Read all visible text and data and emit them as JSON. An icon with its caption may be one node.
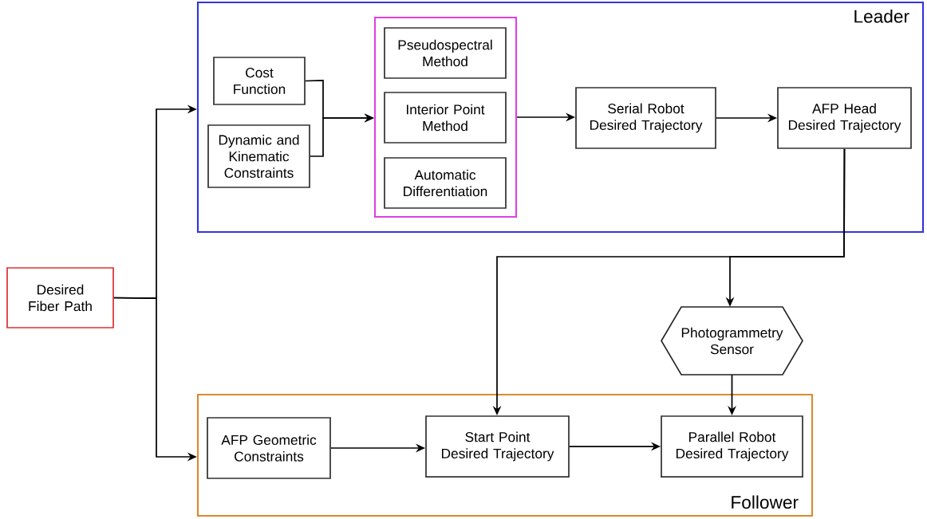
{
  "diagram": {
    "nodes": [
      {
        "text": [
          "Leader"
        ]
      },
      {
        "text": [
          "Cost Function"
        ],
        "in": 0
      },
      {
        "text": [
          "Dynamic and Kinematic Constraints"
        ],
        "in": 0
      },
      {
        "text": [],
        "shape": "box",
        "in": 0
      },
      {
        "text": [
          "Pseudospectral Method"
        ],
        "in": 3
      },
      {
        "text": [
          "Interior Point Method"
        ],
        "in": 3
      },
      {
        "text": [
          "Automatic Differentiation"
        ],
        "in": 3
      },
      {
        "text": [
          "Serial Robot Desired Trajectory"
        ],
        "in": 0
      },
      {
        "text": [
          "AFP Head Desired Trajectory"
        ],
        "in": 0
      },
      {
        "text": [
          "Desired Fiber Path"
        ]
      },
      {
        "text": [
          "Photogrammetry Sensor"
        ]
      },
      {
        "text": [
          "Follower"
        ]
      },
      {
        "text": [
          "AFP Geometric Constraints"
        ],
        "in": 11
      },
      {
        "text": [
          "Start Point Desired Trajectory"
        ],
        "in": 11
      },
      {
        "text": [
          "Parallel Robot Desired Trajectory"
        ],
        "in": 11
      }
    ],
    "edges": [
      {
        "from": 9,
        "to": 0,
        "arrow": "to"
      },
      {
        "from": 9,
        "to": 11,
        "arrow": "to"
      },
      {
        "from": 1,
        "to": 3,
        "arrow": "to"
      },
      {
        "from": 2,
        "to": 3,
        "arrow": "to"
      },
      {
        "from": 3,
        "to": 7,
        "arrow": "to"
      },
      {
        "from": 7,
        "to": 8,
        "arrow": "to"
      },
      {
        "from": 8,
        "to": 13,
        "arrow": "to"
      },
      {
        "from": 8,
        "to": 10,
        "arrow": "to"
      },
      {
        "from": 10,
        "to": 14,
        "arrow": "to"
      },
      {
        "from": 12,
        "to": 13,
        "arrow": "to"
      },
      {
        "from": 13,
        "to": 14,
        "arrow": "to"
      }
    ]
  }
}
